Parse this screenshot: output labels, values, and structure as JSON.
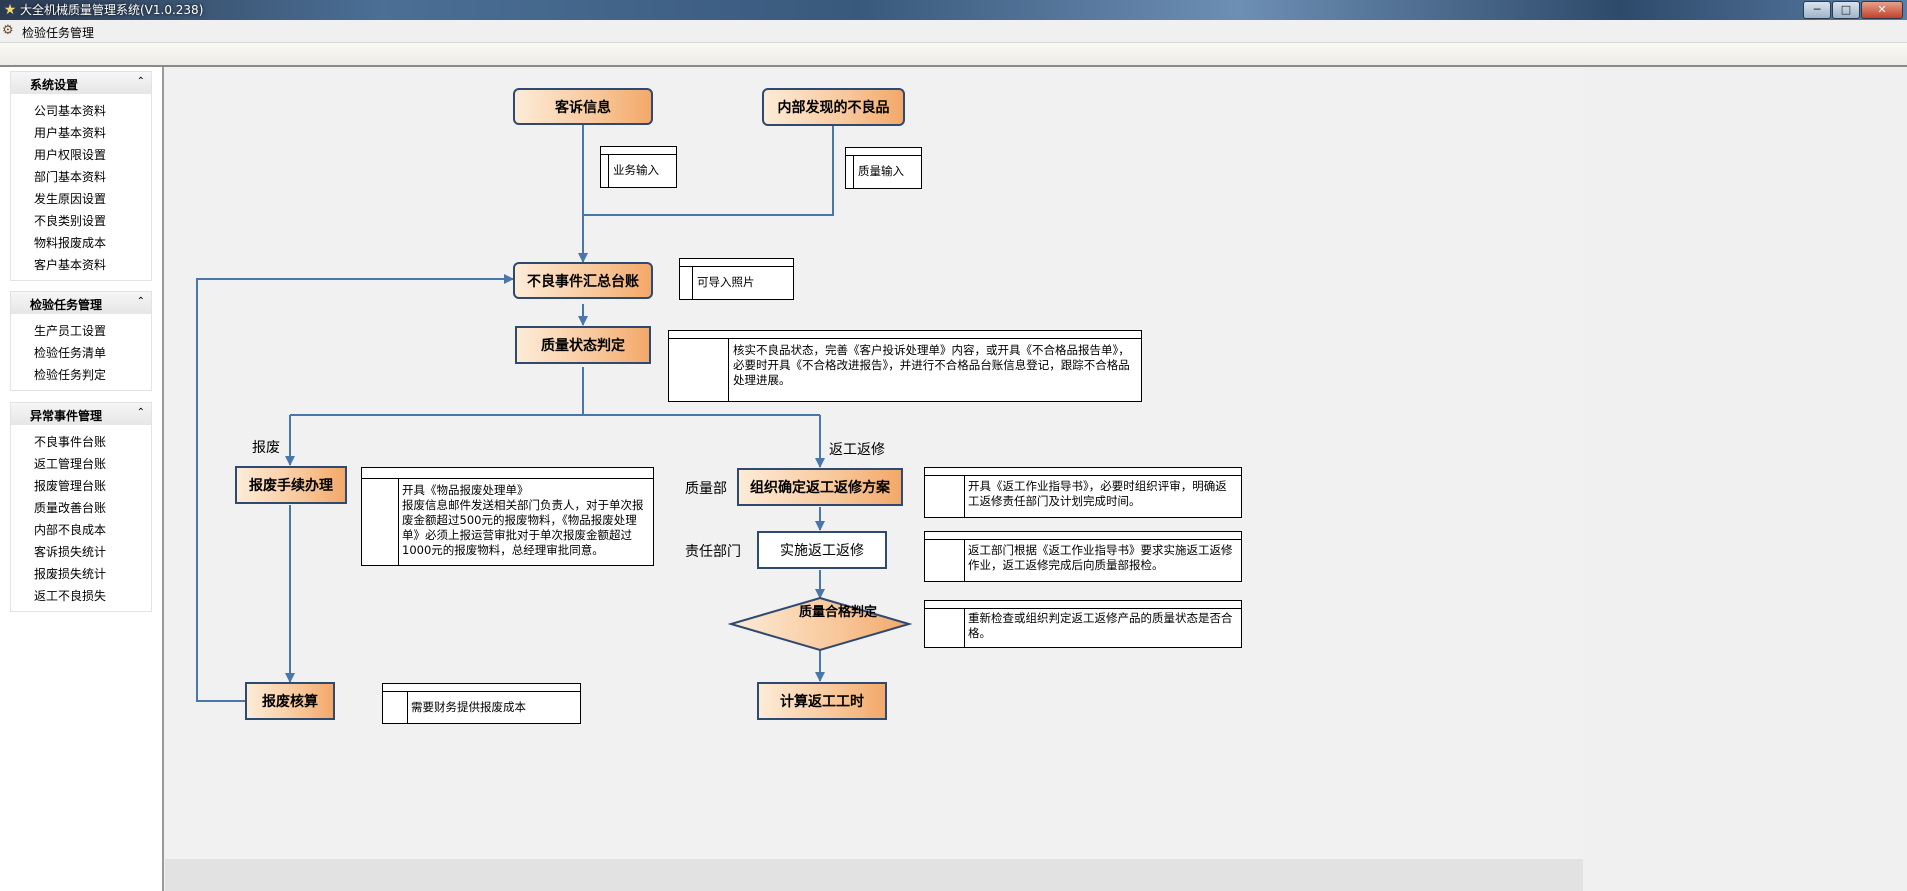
{
  "window": {
    "title": "大全机械质量管理系统(V1.0.238)",
    "buttons": {
      "minimize": "─",
      "maximize": "□",
      "close": "✕"
    }
  },
  "menu": {
    "item": "检验任务管理"
  },
  "sidebar": {
    "groups": [
      {
        "title": "系统设置",
        "items": [
          "公司基本资料",
          "用户基本资料",
          "用户权限设置",
          "部门基本资料",
          "发生原因设置",
          "不良类别设置",
          "物料报废成本",
          "客户基本资料"
        ]
      },
      {
        "title": "检验任务管理",
        "items": [
          "生产员工设置",
          "检验任务清单",
          "检验任务判定"
        ]
      },
      {
        "title": "异常事件管理",
        "items": [
          "不良事件台账",
          "返工管理台账",
          "报废管理台账",
          "质量改善台账",
          "内部不良成本",
          "客诉损失统计",
          "报废损失统计",
          "返工不良损失"
        ]
      }
    ]
  },
  "flow": {
    "nodes": {
      "complaint": "客诉信息",
      "internal_defect": "内部发现的不良品",
      "summary_ledger": "不良事件汇总台账",
      "status_judge": "质量状态判定",
      "scrap_procedure": "报废手续办理",
      "scrap_accounting": "报废核算",
      "rework_plan": "组织确定返工返修方案",
      "rework_execute": "实施返工返修",
      "quality_check": "质量合格判定",
      "rework_hours": "计算返工工时"
    },
    "labels": {
      "scrap": "报废",
      "rework": "返工返修",
      "quality_dept": "质量部",
      "responsible_dept": "责任部门"
    },
    "notes": {
      "business_input": "业务输入",
      "quality_input": "质量输入",
      "photo_import": "可导入照片",
      "status_note": "核实不良品状态，完善《客户投诉处理单》内容，或开具《不合格品报告单》，必要时开具《不合格改进报告》，并进行不合格品台账信息登记，跟踪不合格品处理进展。",
      "scrap_note": "开具《物品报废处理单》\n报废信息邮件发送相关部门负责人，对于单次报废金额超过500元的报废物料，《物品报废处理单》必须上报运营审批对于单次报废金额超过1000元的报废物料，总经理审批同意。",
      "scrap_cost_note": "需要财务提供报废成本",
      "rework_plan_note": "开具《返工作业指导书》，必要时组织评审，明确返工返修责任部门及计划完成时间。",
      "rework_exec_note": "返工部门根据《返工作业指导书》要求实施返工返修作业，返工返修完成后向质量部报检。",
      "recheck_note": "重新检查或组织判定返工返修产品的质量状态是否合格。"
    }
  },
  "colors": {
    "node_border": "#2f4a70",
    "connector": "#4a77aa",
    "node_fill_start": "#fdecd8",
    "node_fill_end": "#f3a869"
  }
}
